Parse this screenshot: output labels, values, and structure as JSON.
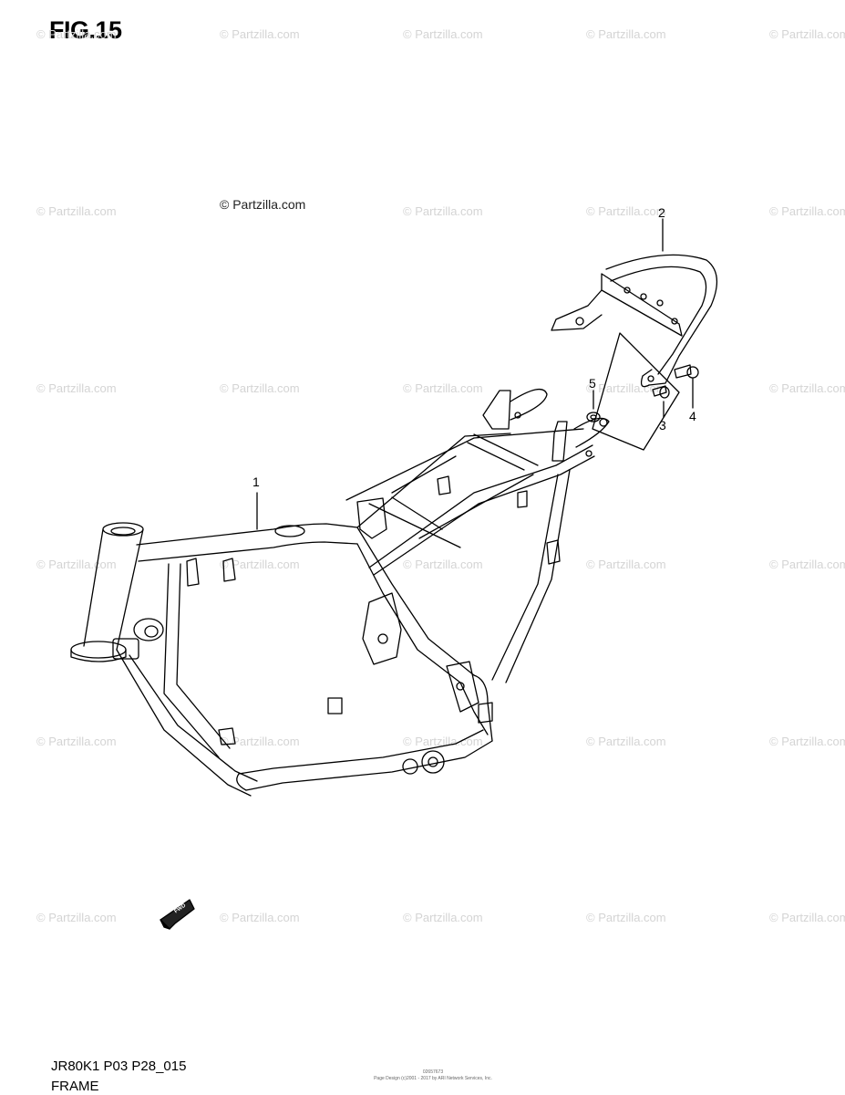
{
  "figure": {
    "title": "FIG.15"
  },
  "copyright": "© Partzilla.com",
  "watermark": "© Partzilla.com",
  "callouts": [
    {
      "id": "1",
      "label": "1"
    },
    {
      "id": "2",
      "label": "2"
    },
    {
      "id": "3",
      "label": "3"
    },
    {
      "id": "4",
      "label": "4"
    },
    {
      "id": "5",
      "label": "5"
    }
  ],
  "fwd_label": "FWD",
  "footer": {
    "code": "JR80K1 P03 P28_015",
    "name": "FRAME",
    "legal_id": "02657673",
    "legal_text": "Page Design (c)2001 - 2017 by ARI Network Services, Inc."
  }
}
